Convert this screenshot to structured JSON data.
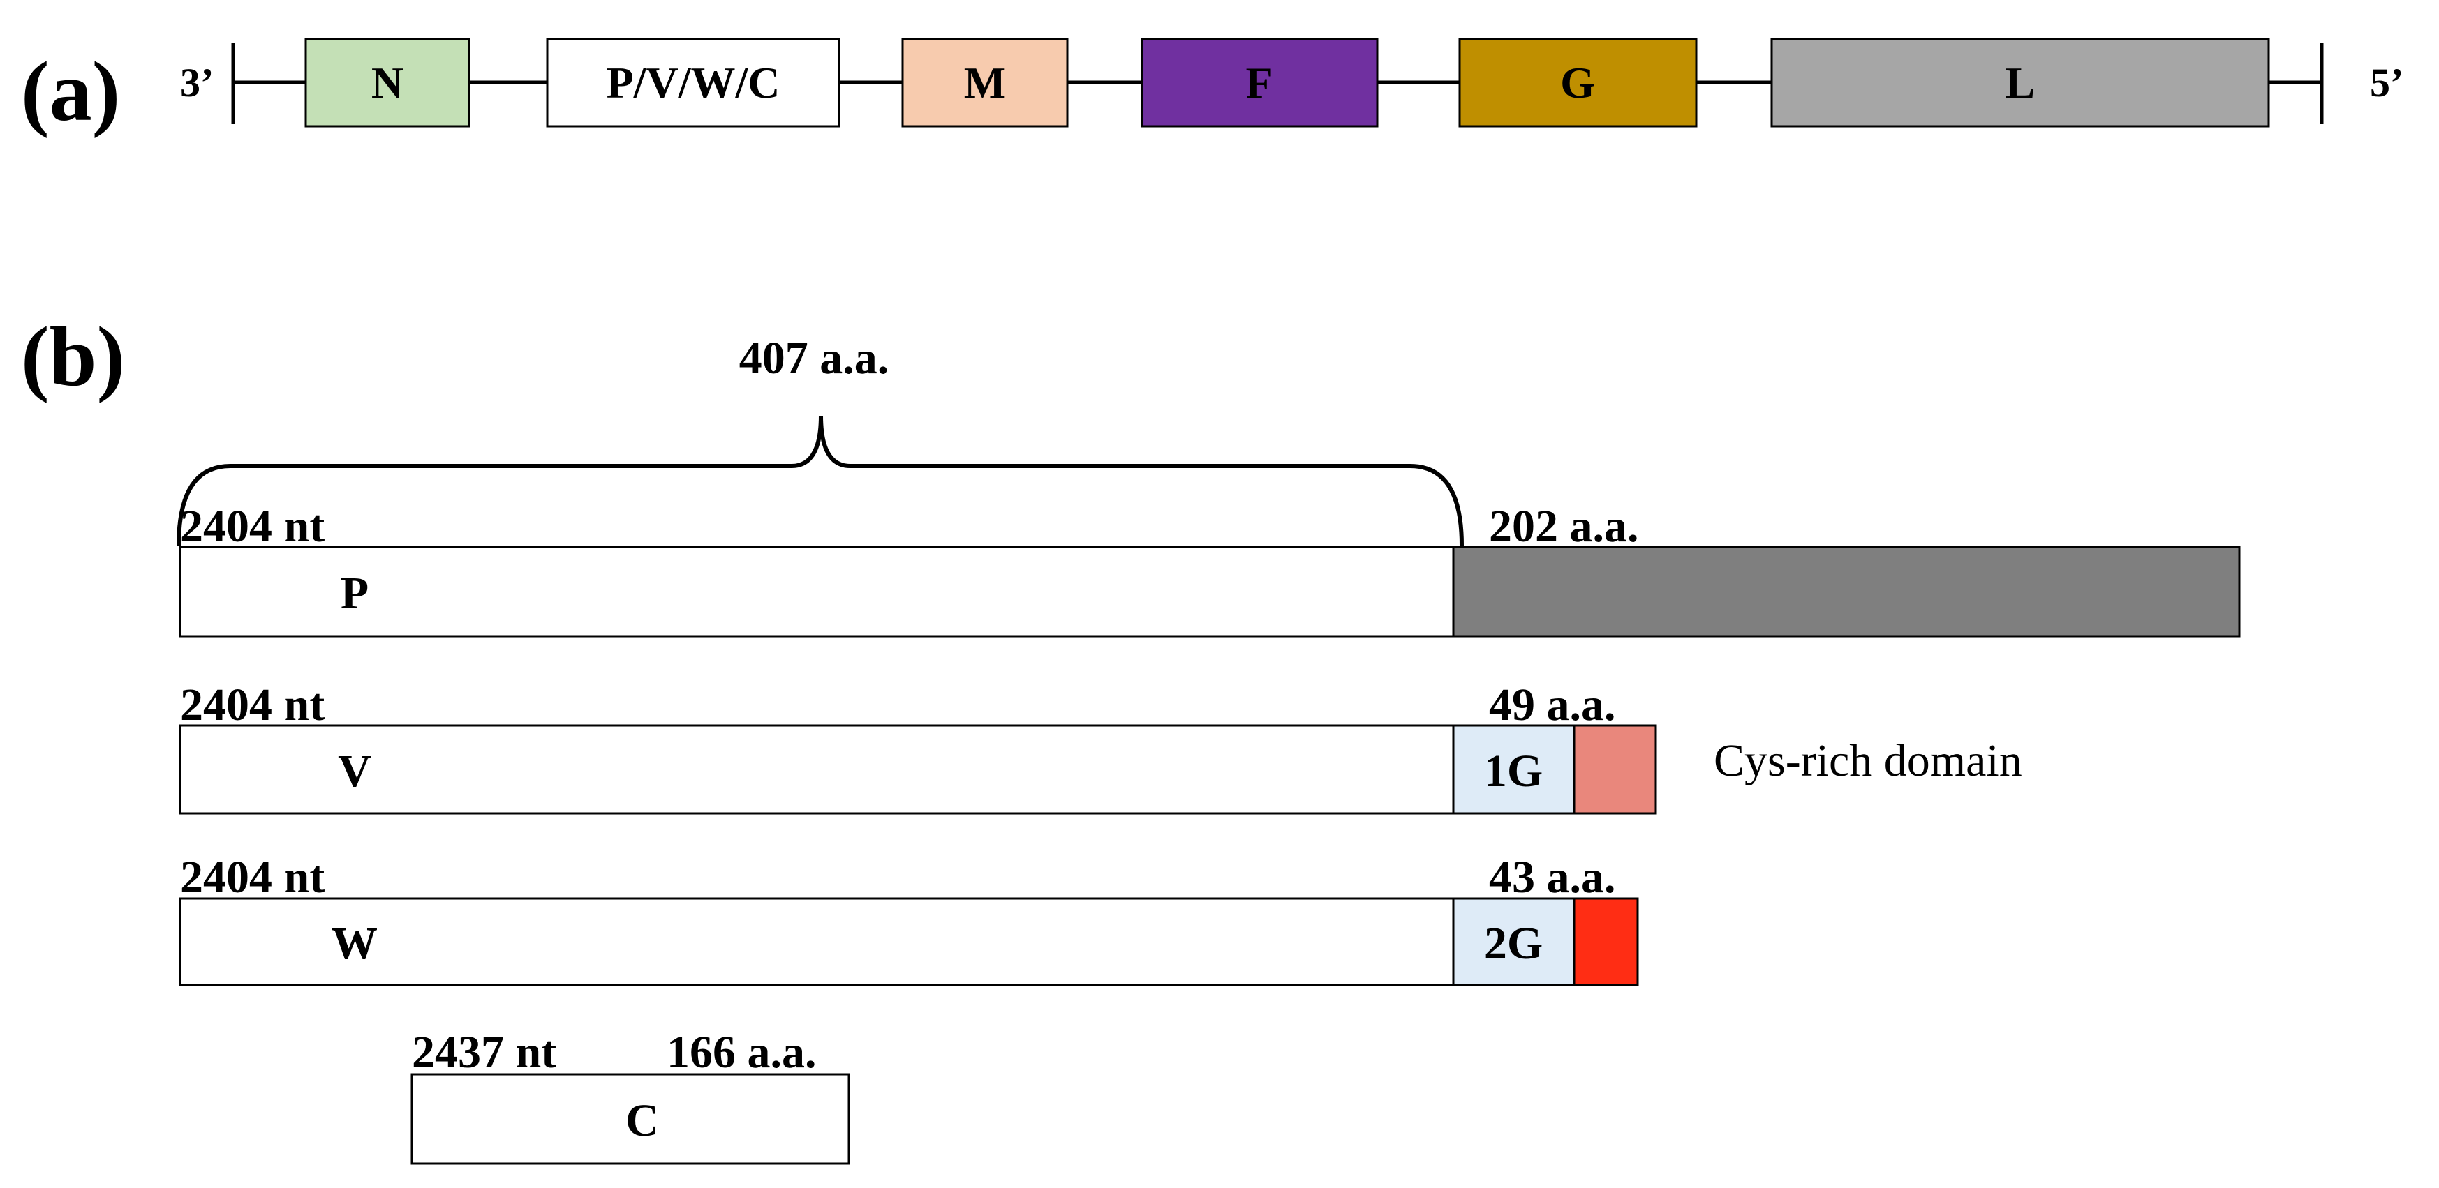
{
  "panel_a": {
    "label": "(a)",
    "end_left": "3’",
    "end_right": "5’",
    "genes": [
      {
        "name": "N",
        "color": "#c4e0b6"
      },
      {
        "name": "P/V/W/C",
        "color": "#ffffff"
      },
      {
        "name": "M",
        "color": "#f7cbae"
      },
      {
        "name": "F",
        "color": "#7030a0"
      },
      {
        "name": "G",
        "color": "#bf8f00"
      },
      {
        "name": "L",
        "color": "#a6a6a6"
      }
    ]
  },
  "panel_b": {
    "label": "(b)",
    "shared_region": "407 a.a.",
    "proteins": [
      {
        "name": "P",
        "start": "2404 nt",
        "tail": "202 a.a.",
        "tail_color": "#7f7f7f"
      },
      {
        "name": "V",
        "start": "2404 nt",
        "tail": "49 a.a.",
        "edit": "1G",
        "edit_color": "#deebf7",
        "tail_color": "#e9877c",
        "note": "Cys-rich domain"
      },
      {
        "name": "W",
        "start": "2404 nt",
        "tail": "43 a.a.",
        "edit": "2G",
        "edit_color": "#deebf7",
        "tail_color": "#ff2d14"
      },
      {
        "name": "C",
        "start": "2437 nt",
        "length": "166 a.a."
      }
    ]
  }
}
